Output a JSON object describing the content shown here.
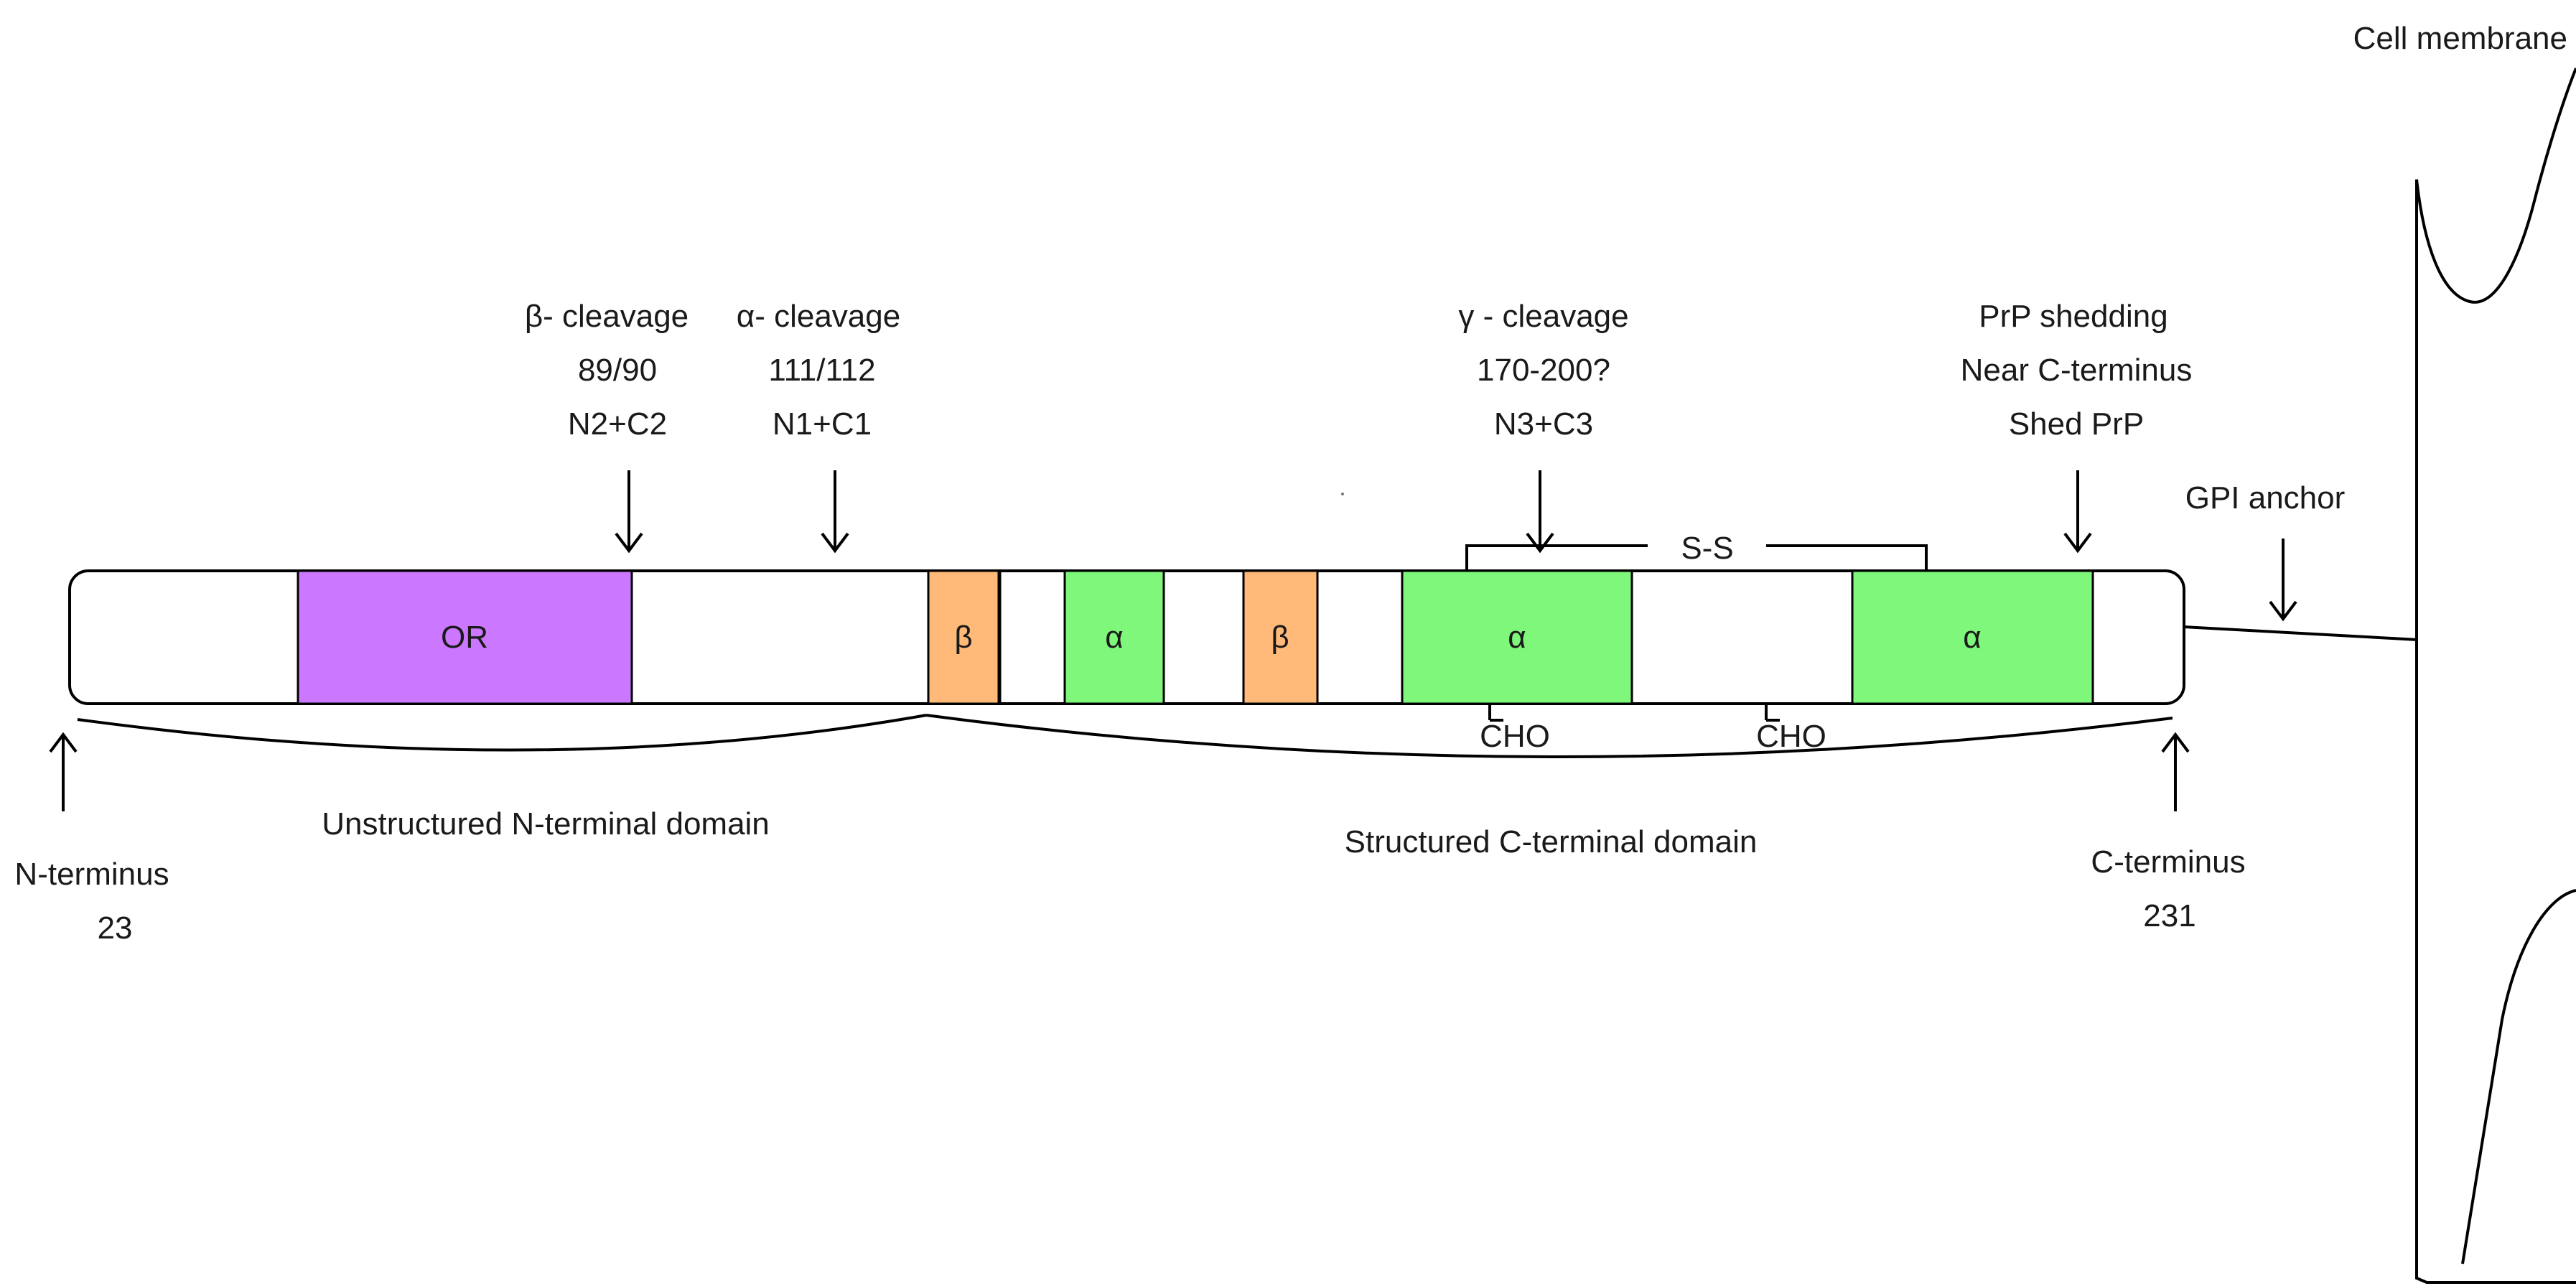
{
  "membrane": {
    "label": "Cell membrane"
  },
  "protein": {
    "segments": [
      {
        "id": "or",
        "label": "OR",
        "color": "#cc77ff"
      },
      {
        "id": "beta1",
        "label": "β",
        "color": "#ffb978"
      },
      {
        "id": "alpha1",
        "label": "α",
        "color": "#7ff77b"
      },
      {
        "id": "beta2",
        "label": "β",
        "color": "#ffb978"
      },
      {
        "id": "alpha2",
        "label": "α",
        "color": "#7ff77b"
      },
      {
        "id": "alpha3",
        "label": "α",
        "color": "#7ff77b"
      }
    ],
    "disulfide_label": "S-S",
    "glycosylation_labels": [
      "CHO",
      "CHO"
    ]
  },
  "cleavage_sites": {
    "beta": {
      "title": "β- cleavage",
      "site": "89/90",
      "fragments": "N2+C2"
    },
    "alpha": {
      "title": "α- cleavage",
      "site": "111/112",
      "fragments": "N1+C1"
    },
    "gamma": {
      "title": "γ - cleavage",
      "site": "170-200?",
      "fragments": "N3+C3"
    },
    "shedding": {
      "title": "PrP shedding",
      "site": "Near C-terminus",
      "fragments": "Shed PrP"
    }
  },
  "gpi_anchor": {
    "label": "GPI anchor"
  },
  "termini": {
    "n": {
      "label": "N-terminus",
      "residue": "23"
    },
    "c": {
      "label": "C-terminus",
      "residue": "231"
    }
  },
  "domains": {
    "n_domain": "Unstructured N-terminal domain",
    "c_domain": "Structured C-terminal domain"
  }
}
